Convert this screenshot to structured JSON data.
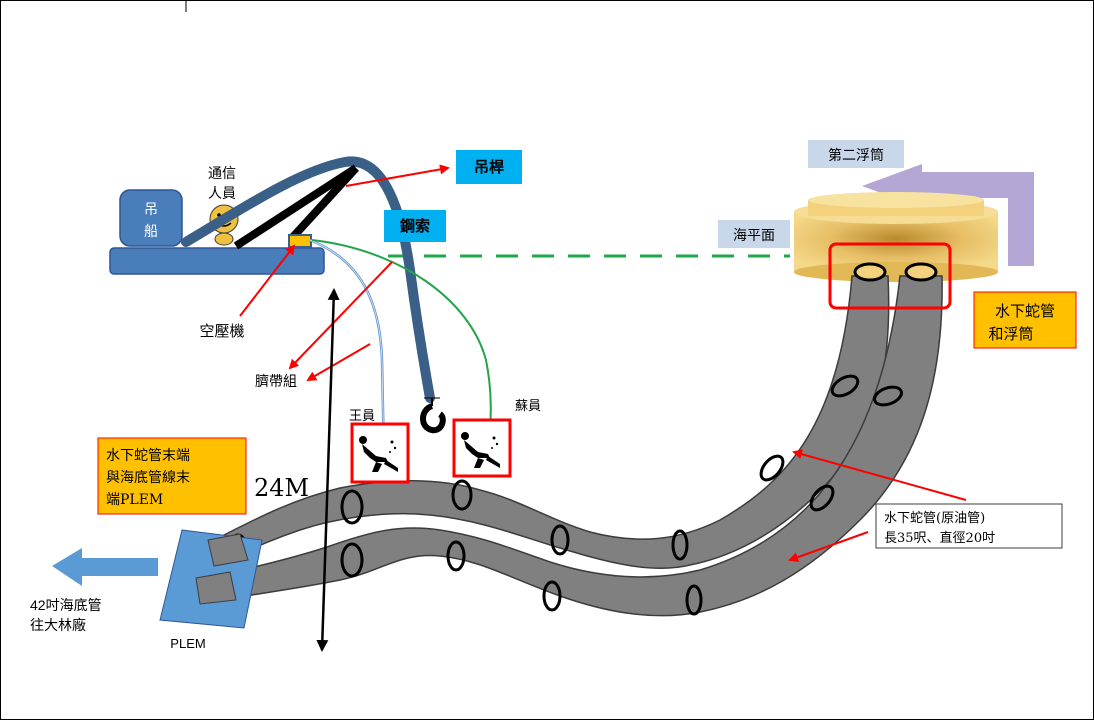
{
  "labels": {
    "crane_ship": "吊船",
    "comm_line1": "通信",
    "comm_line2": "人員",
    "boom": "吊桿",
    "cable": "鋼索",
    "compressor": "空壓機",
    "umbilical": "臍帶組",
    "diver_wang": "王員",
    "diver_su": "蘇員",
    "buoy2": "第二浮筒",
    "sea_level": "海平面",
    "hose_buoy_line1": "水下蛇管",
    "hose_buoy_line2": "和浮筒",
    "hose_end_line1": "水下蛇管末端",
    "hose_end_line2": "與海底管線末",
    "hose_end_line3": "端PLEM",
    "depth": "24M",
    "hose_desc_line1": "水下蛇管(原油管)",
    "hose_desc_line2": "長35呎、直徑20吋",
    "pipe_line1": "42吋海底管",
    "pipe_line2": "往大林廠",
    "plem": "PLEM"
  },
  "colors": {
    "ship": "#4a7ebb",
    "ship_stroke": "#2f5597",
    "boom": "#000000",
    "cable": "#3a6088",
    "hose": "#808080",
    "hose_stroke": "#3c3c3c",
    "buoy": "#f0c870",
    "buoy_dark": "#b8902e",
    "buoy2_arrow": "#b4a7d6",
    "sea_line": "#1fa84a",
    "cyan_label": "#00b0f0",
    "orange_label": "#ffc000",
    "label_red": "#ff0000",
    "umbilical_blue": "#5b8cc8",
    "umbilical_green": "#22a44a",
    "plem": "#5b9bd5",
    "buoy2_label": "#c9d7ea"
  },
  "icons": [
    "diver-icon",
    "hook-icon",
    "smiley-icon",
    "arrow-left-icon"
  ]
}
